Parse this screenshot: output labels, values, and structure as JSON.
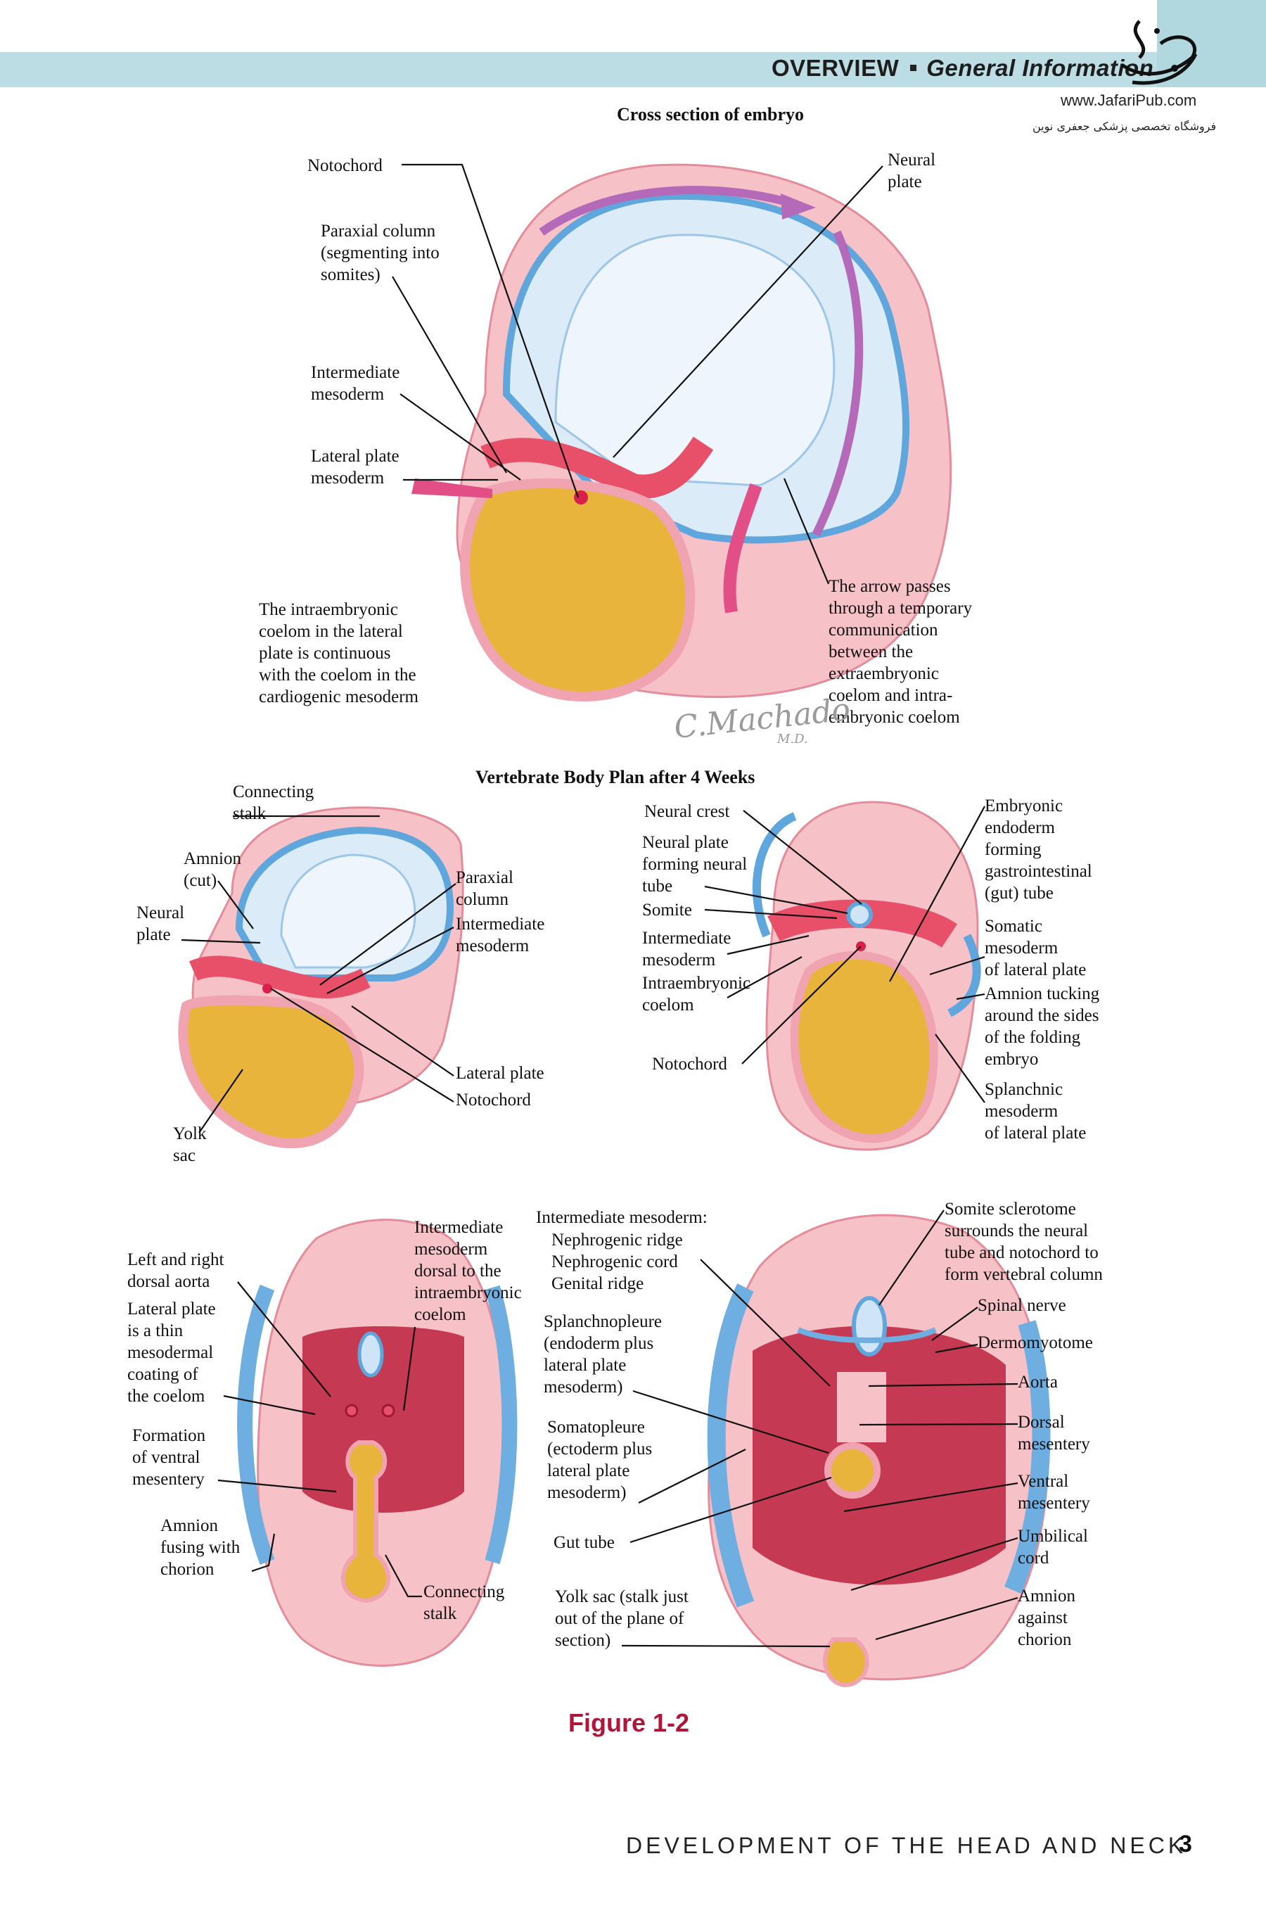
{
  "header": {
    "section": "OVERVIEW",
    "subsection": "General Information",
    "website": "www.JafariPub.com",
    "store_name": "فروشگاه تخصصی پزشکی جعفری نوین"
  },
  "figure_top": {
    "title": "Cross section of embryo",
    "labels": {
      "notochord": "Notochord",
      "paraxial": "Paraxial column\n(segmenting into\nsomites)",
      "intermediate": "Intermediate\nmesoderm",
      "lateral": "Lateral plate\nmesoderm",
      "intraembryonic": "The intraembryonic\ncoelom in the lateral\nplate is continuous\nwith the coelom in the\ncardiogenic mesoderm",
      "neural_plate": "Neural\nplate",
      "arrow": "The arrow passes\nthrough a temporary\ncommunication\nbetween the\nextraembryonic\ncoelom and intra-\nembryonic coelom"
    },
    "signature": "C.Machado",
    "signature_md": "M.D."
  },
  "figure_middle": {
    "title": "Vertebrate Body Plan after 4 Weeks",
    "left_labels": {
      "connecting_stalk": "Connecting\nstalk",
      "amnion": "Amnion\n(cut)",
      "neural_plate": "Neural\nplate",
      "paraxial": "Paraxial\ncolumn",
      "intermediate": "Intermediate\nmesoderm",
      "lateral": "Lateral plate",
      "notochord": "Notochord",
      "yolk": "Yolk\nsac"
    },
    "right_labels": {
      "neural_crest": "Neural crest",
      "neural_plate": "Neural plate\nforming neural\ntube",
      "somite": "Somite",
      "intermediate": "Intermediate\nmesoderm",
      "intraembryonic": "Intraembryonic\ncoelom",
      "notochord": "Notochord",
      "endoderm": "Embryonic\nendoderm\nforming\ngastrointestinal\n(gut) tube",
      "somatic": "Somatic\nmesoderm\nof lateral plate",
      "amnion": "Amnion tucking\naround the sides\nof the folding\nembryo",
      "splanchnic": "Splanchnic\nmesoderm\nof lateral plate"
    }
  },
  "figure_bottom": {
    "left_labels": {
      "dorsal_aorta": "Left and right\ndorsal aorta",
      "lateral_plate": "Lateral plate\nis a thin\nmesodermal\ncoating of\nthe coelom",
      "ventral": "Formation\nof ventral\nmesentery",
      "amnion": "Amnion\nfusing with\nchorion",
      "intermediate": "Intermediate\nmesoderm\ndorsal to the\nintraembryonic\ncoelom",
      "connecting": "Connecting\nstalk"
    },
    "center_labels": {
      "intermediate_head": "Intermediate mesoderm:",
      "intermediate_list": "Nephrogenic ridge\nNephrogenic cord\nGenital ridge",
      "splanchnopleure": "Splanchnopleure\n(endoderm plus\nlateral plate\nmesoderm)",
      "somatopleure": "Somatopleure\n(ectoderm plus\nlateral plate\nmesoderm)",
      "gut_tube": "Gut tube",
      "yolk_sac": "Yolk sac (stalk just\nout of the plane of\nsection)"
    },
    "right_labels": {
      "sclerotome": "Somite sclerotome\nsurrounds the neural\ntube and notochord to\nform vertebral column",
      "spinal_nerve": "Spinal nerve",
      "dermomyotome": "Dermomyotome",
      "aorta": "Aorta",
      "dorsal_mesentery": "Dorsal\nmesentery",
      "ventral_mesentery": "Ventral\nmesentery",
      "umbilical": "Umbilical\ncord",
      "amnion": "Amnion\nagainst\nchorion"
    }
  },
  "caption": "Figure 1-2",
  "footer": {
    "book_title": "DEVELOPMENT OF THE HEAD AND NECK",
    "page_number": "3"
  },
  "colors": {
    "header_band": "#bcdde3",
    "caption": "#b0163a",
    "mesoderm": "#e8506a",
    "ectoderm": "#6faee0",
    "yolk": "#e8b43c",
    "tissue_pink": "#f6c2c8"
  }
}
